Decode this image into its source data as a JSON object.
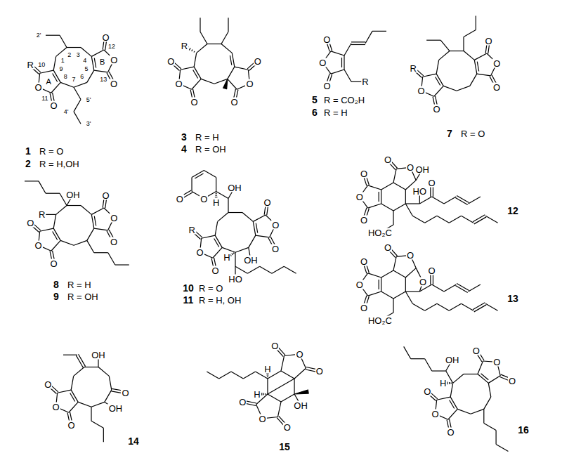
{
  "diagram": {
    "labels": [
      "O",
      "O",
      "O",
      "B",
      "O",
      "O",
      "R",
      "A",
      "1",
      "2",
      "3",
      "4",
      "5",
      "6",
      "7",
      "8",
      "9",
      "10",
      "11",
      "12",
      "13",
      "2'",
      "3'",
      "4'",
      "5'",
      "1",
      "R = O",
      "2",
      "R = H,OH",
      "O",
      "O",
      "O",
      "O",
      "O",
      "O",
      "R",
      "3",
      "R = H",
      "4",
      "R = OH",
      "O",
      "O",
      "O",
      "R",
      "5",
      "R = CO₂H",
      "6",
      "R = H",
      "O",
      "O",
      "O",
      "O",
      "O",
      "R",
      "7",
      "R = O",
      "O",
      "O",
      "O",
      "O",
      "O",
      "O",
      "OH",
      "R",
      "8",
      "R = H",
      "9",
      "R = OH",
      "O",
      "O",
      "H",
      "OH",
      "O",
      "O",
      "O",
      "OH",
      "H",
      "HO",
      "O",
      "O",
      "R",
      "10",
      "R = O",
      "11",
      "R = H, OH",
      "O",
      "O",
      "O",
      "OH",
      "O",
      "O",
      "HO₂C",
      "HO",
      "O",
      "12",
      "O",
      "O",
      "O",
      "O",
      "O",
      "O",
      "HO₂C",
      "O",
      "13",
      "O",
      "O",
      "O",
      "OH",
      "O",
      "OH",
      "14",
      "O",
      "O",
      "O",
      "O",
      "O",
      "O",
      "H",
      "H",
      "OH",
      "15",
      "O",
      "O",
      "O",
      "O",
      "O",
      "O",
      "OH",
      "H",
      "16"
    ]
  }
}
